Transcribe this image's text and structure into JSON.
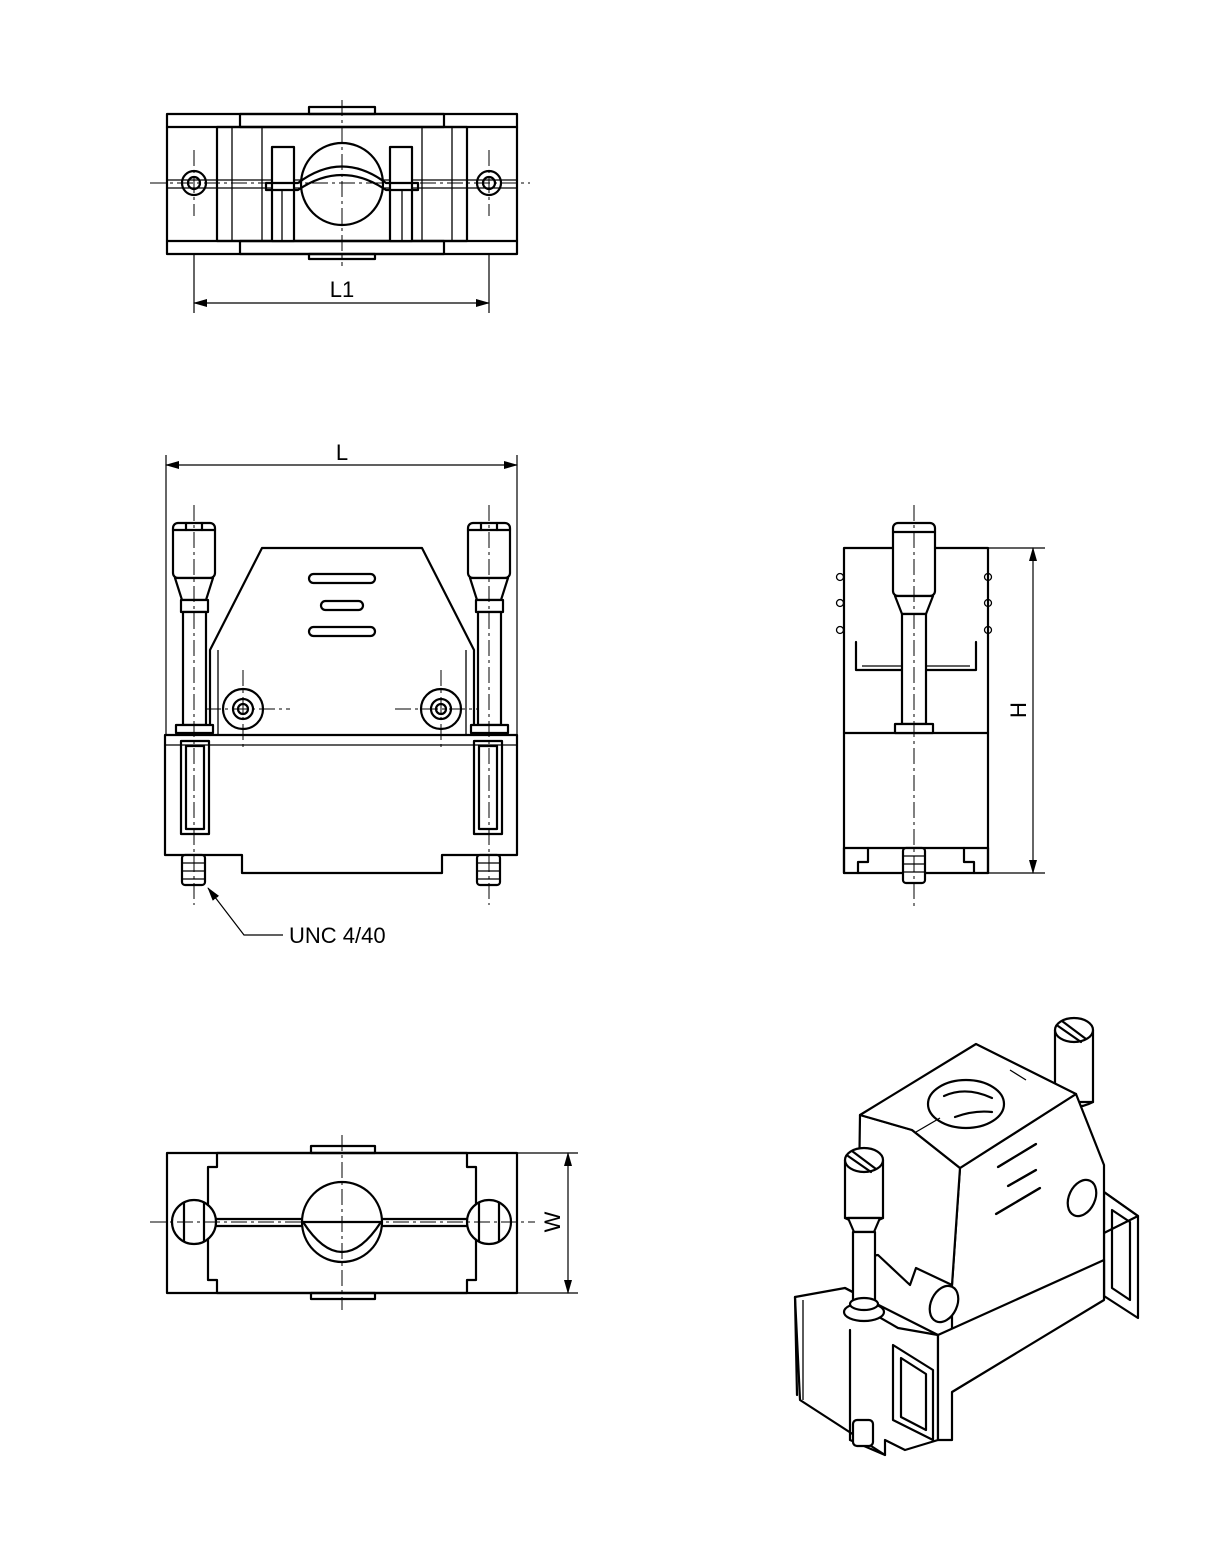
{
  "dimensions": {
    "l1": "L1",
    "l": "L",
    "h": "H",
    "w": "W"
  },
  "callouts": {
    "thread": "UNC 4/40"
  }
}
